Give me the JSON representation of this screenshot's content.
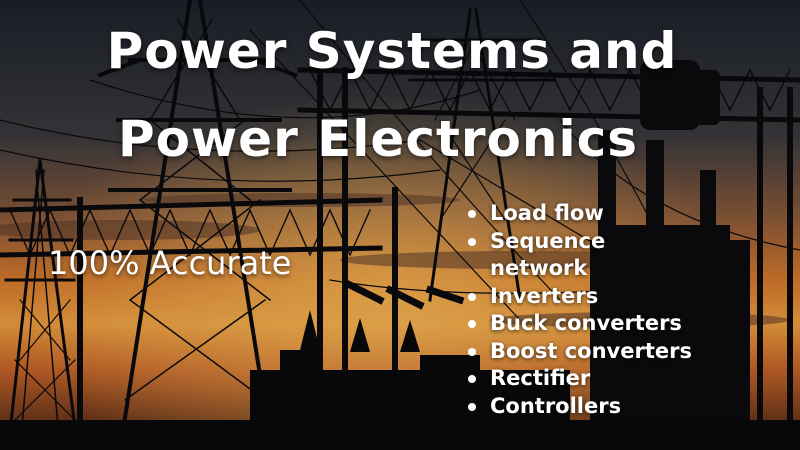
{
  "banner": {
    "title_line1": "Power Systems and",
    "title_line2": "Power Electronics",
    "tagline": "100% Accurate",
    "features": [
      "Load flow",
      "Sequence network",
      "Inverters",
      "Buck converters",
      "Boost converters",
      "Rectifier",
      "Controllers"
    ]
  },
  "colors": {
    "sky_top": "#1f2630",
    "sky_glow": "#e0832e",
    "silhouette": "#0d0d10",
    "text": "#ffffff"
  }
}
